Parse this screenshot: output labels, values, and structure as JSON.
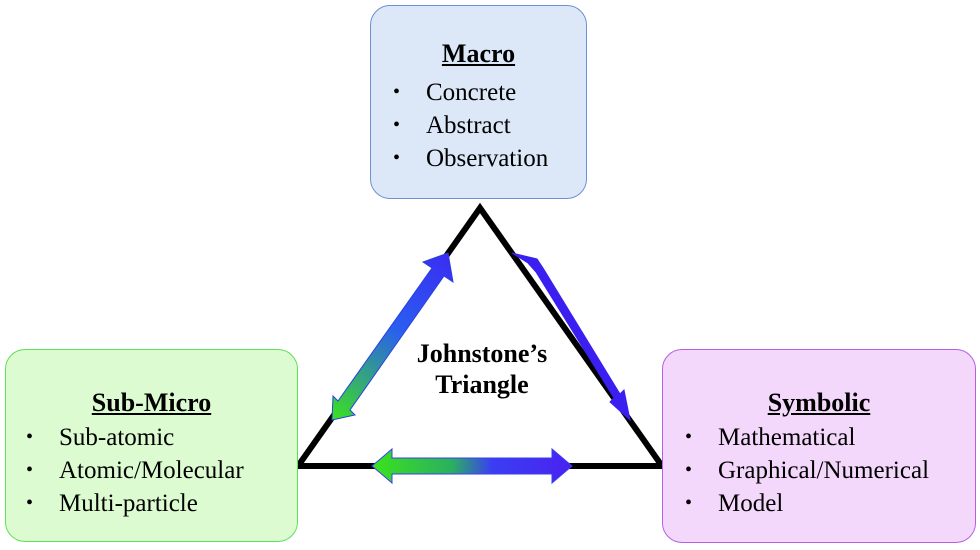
{
  "diagram": {
    "center_label_line1": "Johnstone’s",
    "center_label_line2": "Triangle",
    "nodes": {
      "macro": {
        "title": "Macro",
        "items": [
          "Concrete",
          "Abstract",
          "Observation"
        ]
      },
      "submicro": {
        "title": "Sub-Micro",
        "items": [
          "Sub-atomic",
          "Atomic/Molecular",
          "Multi-particle"
        ]
      },
      "symbolic": {
        "title": "Symbolic",
        "items": [
          "Mathematical",
          "Graphical/Numerical",
          "Model"
        ]
      }
    },
    "bullet_glyph": "•",
    "colors": {
      "macro_fill": "#dce8f8",
      "macro_border": "#6f8fd4",
      "submicro_fill": "#dcfbd0",
      "submicro_border": "#5fe05a",
      "symbolic_fill": "#f4d8fb",
      "symbolic_border": "#b65fe0",
      "arrow_blue": "#3a1ff0",
      "arrow_green": "#3be31c",
      "triangle": "#000000"
    }
  }
}
